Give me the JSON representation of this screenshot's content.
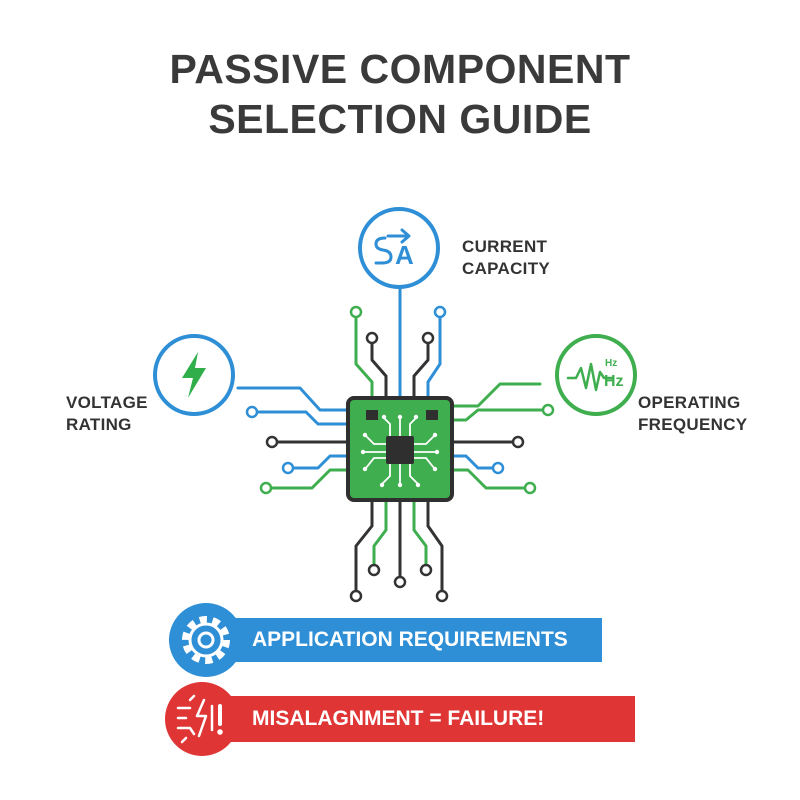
{
  "title": {
    "line1": "PASSIVE COMPONENT",
    "line2": "SELECTION GUIDE"
  },
  "nodes": {
    "current": {
      "line1": "CURRENT",
      "line2": "CAPACITY",
      "icon": "current-ampere-icon",
      "icon_text": "A",
      "color": "#2e8fd6"
    },
    "voltage": {
      "line1": "VOLTAGE",
      "line2": "RATING",
      "icon": "lightning-bolt-icon",
      "color_ring": "#2e8fd6",
      "color_bolt": "#2fae4a"
    },
    "frequency": {
      "line1": "OPERATING",
      "line2": "FREQUENCY",
      "icon": "waveform-hz-icon",
      "icon_text_small": "Hz",
      "icon_text_large": "Hz",
      "color": "#3fae4f"
    }
  },
  "chip": {
    "icon": "microchip-icon",
    "board_color": "#3fae4f",
    "border_color": "#2f2f2f"
  },
  "trace_colors": {
    "blue": "#2e8fd6",
    "green": "#3fae4f",
    "dark": "#333333"
  },
  "banners": {
    "application": {
      "text": "APPLICATION REQUIREMENTS",
      "icon": "gear-icon",
      "color": "#2e8fd6"
    },
    "failure": {
      "text": "MISALAGNMENT = FAILURE!",
      "icon": "broken-circuit-warning-icon",
      "color": "#e03535"
    }
  }
}
